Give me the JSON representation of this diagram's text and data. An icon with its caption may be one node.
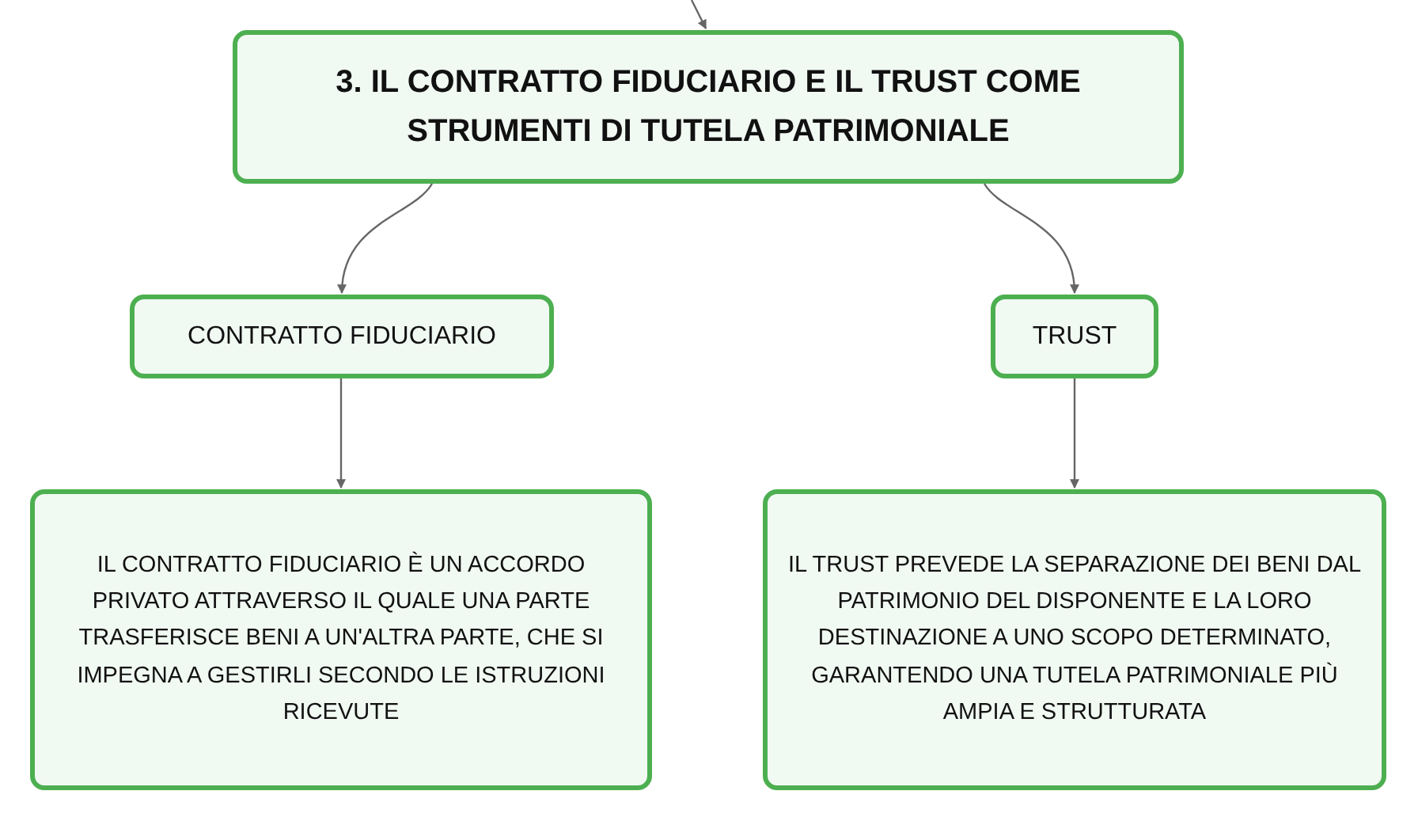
{
  "diagram": {
    "nodes": [
      {
        "text": [
          "3. IL CONTRATTO FIDUCIARIO E IL TRUST COME STRUMENTI DI TUTELA PATRIMONIALE"
        ]
      },
      {
        "text": [
          "CONTRATTO FIDUCIARIO"
        ]
      },
      {
        "text": [
          "TRUST"
        ]
      },
      {
        "text": [
          "IL CONTRATTO FIDUCIARIO È UN ACCORDO PRIVATO ATTRAVERSO IL QUALE UNA PARTE TRASFERISCE BENI A UN'ALTRA PARTE, CHE SI IMPEGNA A GESTIRLI SECONDO LE ISTRUZIONI RICEVUTE"
        ]
      },
      {
        "text": [
          "IL TRUST PREVEDE LA SEPARAZIONE DEI BENI DAL PATRIMONIO DEL DISPONENTE E LA LORO DESTINAZIONE A UNO SCOPO DETERMINATO, GARANTENDO UNA TUTELA PATRIMONIALE PIÙ AMPIA E STRUTTURATA"
        ]
      }
    ],
    "edges": [
      {
        "from": null,
        "to": 0,
        "arrow": "to"
      },
      {
        "from": 0,
        "to": 1,
        "arrow": "to"
      },
      {
        "from": 0,
        "to": 2,
        "arrow": "to"
      },
      {
        "from": 1,
        "to": 3,
        "arrow": "to"
      },
      {
        "from": 2,
        "to": 4,
        "arrow": "to"
      }
    ]
  }
}
